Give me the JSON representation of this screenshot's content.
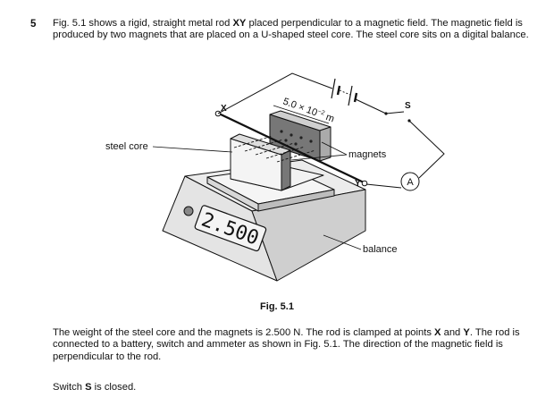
{
  "question_number": "5",
  "intro": {
    "t1": "Fig. 5.1 shows a rigid, straight metal rod ",
    "rod": "XY",
    "t2": " placed perpendicular to a magnetic field. The magnetic field is produced by two magnets that are placed on a U-shaped steel core. The steel core sits on a digital balance."
  },
  "figure": {
    "label_steel_core": "steel core",
    "label_magnets": "magnets",
    "label_balance": "balance",
    "label_x": "X",
    "label_y": "Y",
    "label_s": "S",
    "label_ammeter": "A",
    "dimension": "5.0 × 10",
    "dimension_exp": "−2",
    "dimension_unit": " m",
    "display_reading": "2.500",
    "caption": "Fig. 5.1"
  },
  "para": {
    "t1": "The weight of the steel core and the magnets is 2.500 N. The rod is clamped at points ",
    "x": "X",
    "t2": " and ",
    "y": "Y",
    "t3": ". The rod is connected to a battery, switch and ammeter as shown in Fig. 5.1. The direction of the magnetic field is perpendicular to the rod."
  },
  "switch_sentence": {
    "t1": "Switch ",
    "s": "S",
    "t2": " is closed."
  }
}
